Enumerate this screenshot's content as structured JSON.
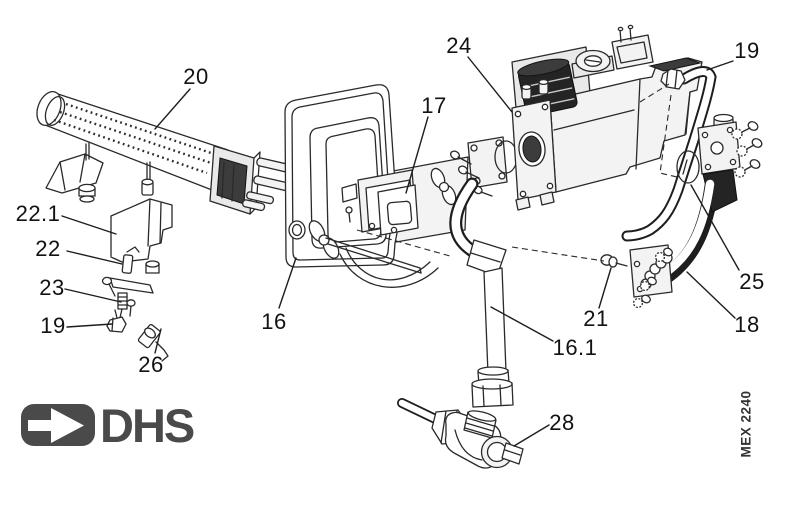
{
  "diagram": {
    "background_color": "#ffffff",
    "line_color": "#2a2a2a",
    "type": "exploded-parts-diagram",
    "part_labels": [
      {
        "text": "20",
        "part": "burner-tube"
      },
      {
        "text": "24",
        "part": "gas-valve"
      },
      {
        "text": "19",
        "part": "pilot-supply-pipe"
      },
      {
        "text": "17",
        "part": "pilot-burner-assembly"
      },
      {
        "text": "22.1",
        "part": "electrode-cover"
      },
      {
        "text": "22",
        "part": "electrode-bracket"
      },
      {
        "text": "23",
        "part": "screw"
      },
      {
        "text": "19",
        "part": "pipe-fitting"
      },
      {
        "text": "26",
        "part": "spark-electrode"
      },
      {
        "text": "16",
        "part": "burner-mounting-plate"
      },
      {
        "text": "16.1",
        "part": "gas-supply-pipe"
      },
      {
        "text": "21",
        "part": "flange-screw"
      },
      {
        "text": "25",
        "part": "o-ring-seal"
      },
      {
        "text": "18",
        "part": "elbow-pipe"
      },
      {
        "text": "28",
        "part": "gas-cock"
      }
    ],
    "logo": {
      "text": "DHS",
      "icon": "right-arrow-icon",
      "color": "#4a4a4a"
    },
    "drawing_code": "MEX 2240"
  }
}
